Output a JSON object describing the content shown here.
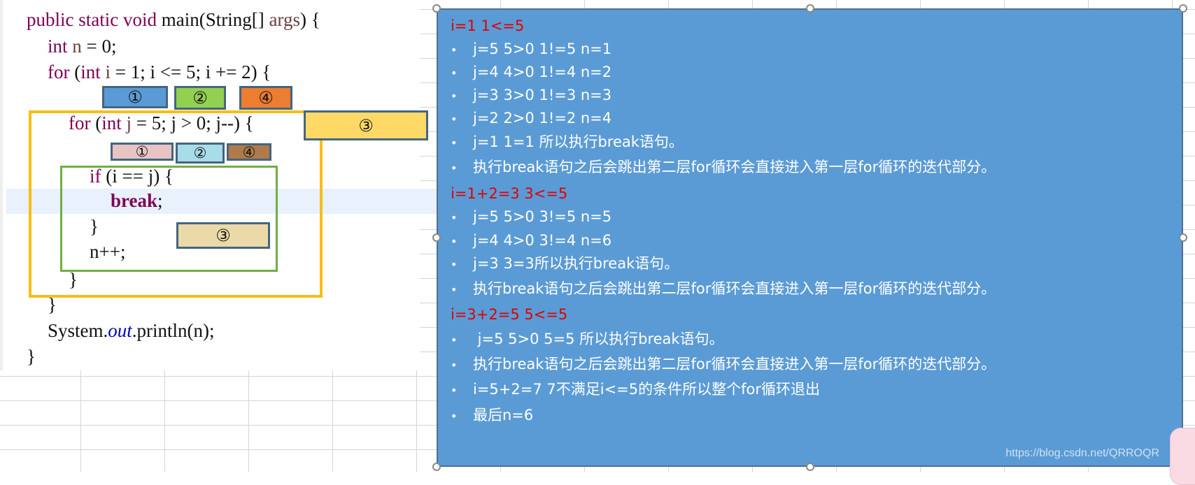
{
  "code": {
    "line1": {
      "kw": "public static void",
      "rest": " main(String[] ",
      "args": "args",
      "end": ") {"
    },
    "line2": {
      "kw": "int",
      "var": " n",
      "rest": " = 0;"
    },
    "line3": {
      "kw1": "for",
      "p1": " (",
      "kw2": "int",
      "var": " i",
      "rest": " = 1; i <= 5; i += 2) {"
    },
    "line4": {
      "kw1": "for",
      "p1": " (",
      "kw2": "int",
      "var": " j",
      "rest": " = 5; j > 0; j--) {"
    },
    "line5": {
      "kw": "if",
      "rest": " (i == j) {"
    },
    "line6": {
      "kw": "break",
      "rest": ";"
    },
    "line7": "}",
    "line8": "n++;",
    "line9": "}",
    "line10": "}",
    "line11": {
      "pre": "System.",
      "field": "out",
      "post": ".println(n);"
    },
    "line12": "}"
  },
  "outer_tags": [
    "①",
    "②",
    "④"
  ],
  "outer_step3": "③",
  "inner_tags": [
    "①",
    "②",
    "④"
  ],
  "inner_step3": "③",
  "panel": {
    "rows": [
      {
        "type": "head",
        "text": "i=1 1<=5"
      },
      {
        "type": "bullet",
        "text": "j=5 5>0 1!=5 n=1"
      },
      {
        "type": "bullet",
        "text": "j=4 4>0 1!=4 n=2"
      },
      {
        "type": "bullet",
        "text": "j=3 3>0 1!=3 n=3"
      },
      {
        "type": "bullet",
        "text": "j=2  2>0 1!=2 n=4"
      },
      {
        "type": "bullet",
        "text": "j=1 1=1 所以执行break语句。"
      },
      {
        "type": "bullet",
        "text": "执行break语句之后会跳出第二层for循环会直接进入第一层for循环的迭代部分。"
      },
      {
        "type": "head",
        "text": "i=1+2=3  3<=5"
      },
      {
        "type": "bullet",
        "text": "j=5 5>0 3!=5 n=5"
      },
      {
        "type": "bullet",
        "text": "j=4 4>0 3!=4 n=6"
      },
      {
        "type": "bullet",
        "text": "j=3 3=3所以执行break语句。"
      },
      {
        "type": "bullet",
        "text": "执行break语句之后会跳出第二层for循环会直接进入第一层for循环的迭代部分。"
      },
      {
        "type": "head",
        "text": "i=3+2=5 5<=5"
      },
      {
        "type": "bullet",
        "text": " j=5 5>0 5=5 所以执行break语句。"
      },
      {
        "type": "bullet",
        "text": "执行break语句之后会跳出第二层for循环会直接进入第一层for循环的迭代部分。"
      },
      {
        "type": "bullet",
        "text": "i=5+2=7  7不满足i<=5的条件所以整个for循环退出"
      },
      {
        "type": "bullet",
        "text": "最后n=6"
      }
    ],
    "bullet_glyph": "•",
    "watermark": "https://blog.csdn.net/QRROQR"
  },
  "colors": {
    "panel_bg": "#5b9bd5",
    "head_text": "#e00000",
    "keyword": "#7f0055",
    "outer_loop_outline": "#f6be16",
    "inner_body_outline": "#6fae46"
  }
}
